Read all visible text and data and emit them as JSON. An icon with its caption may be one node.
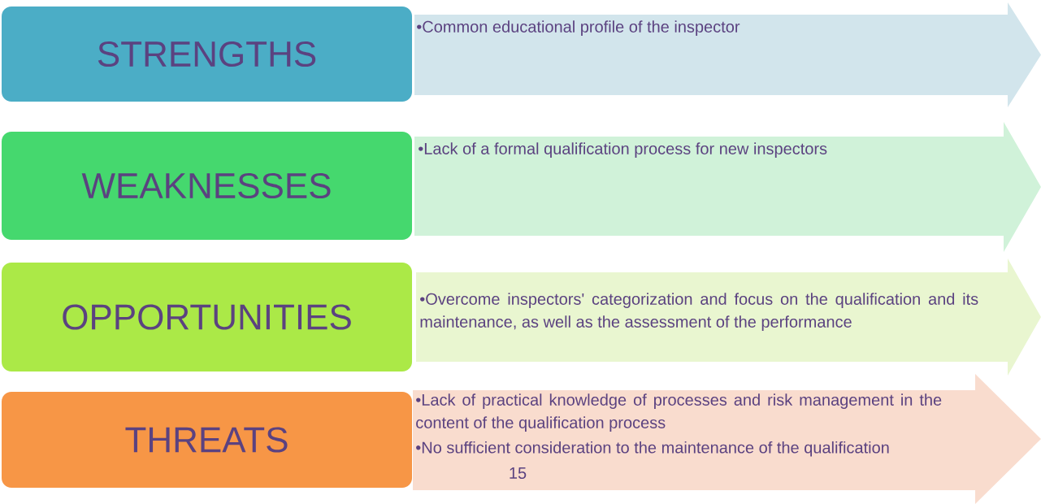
{
  "diagram": {
    "nodes": [
      {
        "text": [
          "STRENGTHS"
        ]
      },
      {
        "text": [
          "•Common educational profile of the inspector"
        ]
      },
      {
        "text": [
          "WEAKNESSES"
        ]
      },
      {
        "text": [
          "•Lack of a formal qualification process for new inspectors"
        ]
      },
      {
        "text": [
          "OPPORTUNITIES"
        ]
      },
      {
        "text": [
          "•Overcome inspectors' categorization and focus on the qualification and its maintenance, as well as the assessment of the performance"
        ]
      },
      {
        "text": [
          "THREATS"
        ]
      },
      {
        "text": [
          "•Lack of practical knowledge of processes and risk management in the content of the qualification process",
          "•No sufficient consideration to the maintenance of the qualification"
        ]
      }
    ],
    "labels": [
      "15"
    ]
  }
}
